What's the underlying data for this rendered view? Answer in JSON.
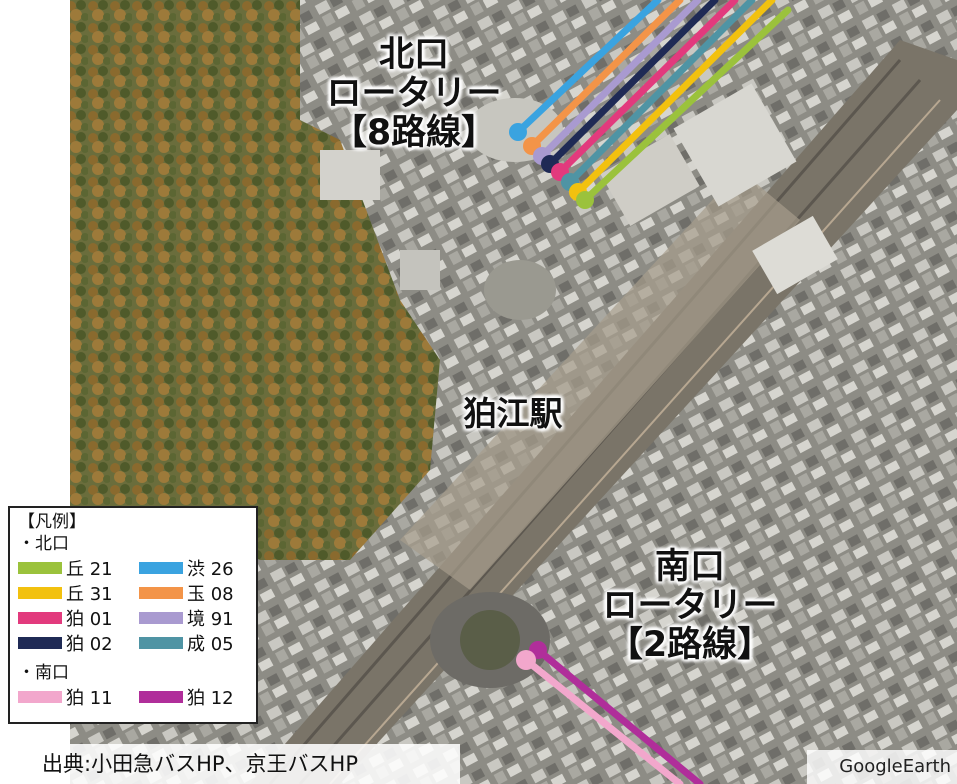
{
  "map": {
    "north_label": [
      "北口",
      "ロータリー",
      "【8路線】"
    ],
    "south_label": [
      "南口",
      "ロータリー",
      "【2路線】"
    ],
    "station_label": "狛江駅"
  },
  "legend": {
    "title": "【凡例】",
    "north_heading": "・北口",
    "north_items": [
      {
        "label": "丘 21",
        "color": "#9bc23c"
      },
      {
        "label": "渋 26",
        "color": "#3aa3e0"
      },
      {
        "label": "丘 31",
        "color": "#f2c10f"
      },
      {
        "label": "玉 08",
        "color": "#f39448"
      },
      {
        "label": "狛 01",
        "color": "#e23a7d"
      },
      {
        "label": "境 91",
        "color": "#a99ad0"
      },
      {
        "label": "狛 02",
        "color": "#1f2a55"
      },
      {
        "label": "成 05",
        "color": "#4f94a4"
      }
    ],
    "south_heading": "・南口",
    "south_items": [
      {
        "label": "狛 11",
        "color": "#f2a7cc"
      },
      {
        "label": "狛 12",
        "color": "#b02e9a"
      }
    ]
  },
  "source_text": "出典:小田急バスHP、京王バスHP",
  "credit": "GoogleEarth"
}
